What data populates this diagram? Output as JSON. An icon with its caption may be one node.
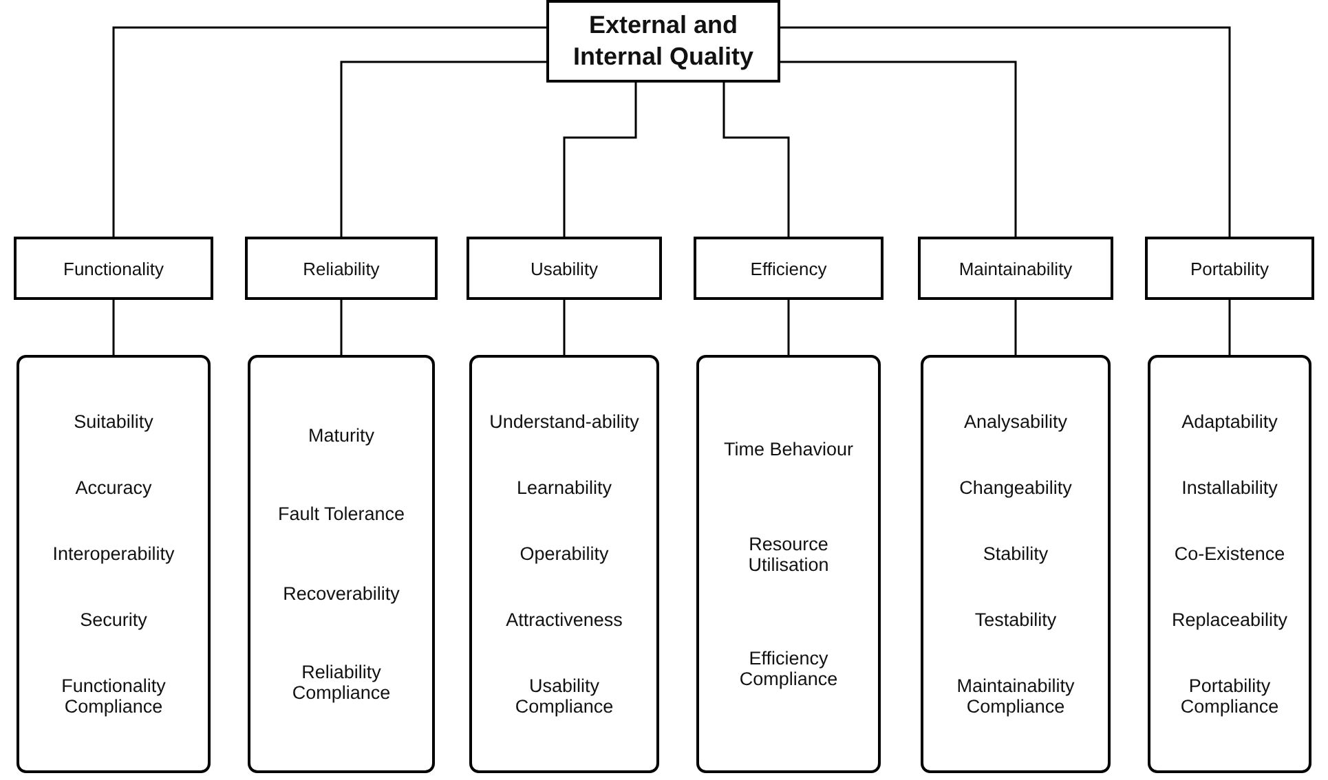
{
  "diagram": {
    "nodes": [
      {
        "text": [
          "External and Internal Quality"
        ]
      },
      {
        "text": [
          "Functionality"
        ]
      },
      {
        "text": [
          "Reliability"
        ]
      },
      {
        "text": [
          "Usability"
        ]
      },
      {
        "text": [
          "Efficiency"
        ]
      },
      {
        "text": [
          "Maintainability"
        ]
      },
      {
        "text": [
          "Portability"
        ]
      },
      {
        "text": [
          "Suitability",
          "Accuracy",
          "Interoperability",
          "Security",
          "Functionality Compliance"
        ]
      },
      {
        "text": [
          "Maturity",
          "Fault Tolerance",
          "Recoverability",
          "Reliability Compliance"
        ]
      },
      {
        "text": [
          "Understand-ability",
          "Learnability",
          "Operability",
          "Attractiveness",
          "Usability Compliance"
        ]
      },
      {
        "text": [
          "Time Behaviour",
          "Resource Utilisation",
          "Efficiency Compliance"
        ]
      },
      {
        "text": [
          "Analysability",
          "Changeability",
          "Stability",
          "Testability",
          "Maintainability Compliance"
        ]
      },
      {
        "text": [
          "Adaptability",
          "Installability",
          "Co-Existence",
          "Replaceability",
          "Portability Compliance"
        ]
      }
    ],
    "edges": [
      {
        "from": 0,
        "to": 1,
        "arrow": "none"
      },
      {
        "from": 0,
        "to": 2,
        "arrow": "none"
      },
      {
        "from": 0,
        "to": 3,
        "arrow": "none"
      },
      {
        "from": 0,
        "to": 4,
        "arrow": "none"
      },
      {
        "from": 0,
        "to": 5,
        "arrow": "none"
      },
      {
        "from": 0,
        "to": 6,
        "arrow": "none"
      },
      {
        "from": 1,
        "to": 7,
        "arrow": "none"
      },
      {
        "from": 2,
        "to": 8,
        "arrow": "none"
      },
      {
        "from": 3,
        "to": 9,
        "arrow": "none"
      },
      {
        "from": 4,
        "to": 10,
        "arrow": "none"
      },
      {
        "from": 5,
        "to": 11,
        "arrow": "none"
      },
      {
        "from": 6,
        "to": 12,
        "arrow": "none"
      }
    ]
  }
}
